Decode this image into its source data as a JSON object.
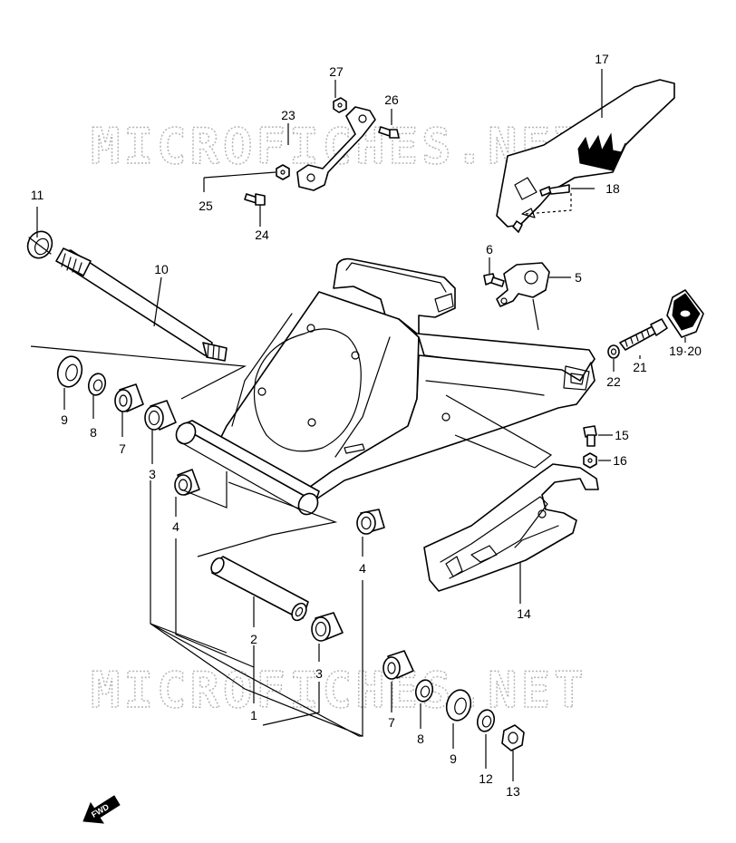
{
  "watermark": "MICROFICHES.NET",
  "fwd_label": "FWD",
  "callouts": {
    "c1": "1",
    "c2": "2",
    "c3a": "3",
    "c3b": "3",
    "c4a": "4",
    "c4b": "4",
    "c5": "5",
    "c6": "6",
    "c7a": "7",
    "c7b": "7",
    "c8a": "8",
    "c8b": "8",
    "c9a": "9",
    "c9b": "9",
    "c10": "10",
    "c11": "11",
    "c12": "12",
    "c13": "13",
    "c14": "14",
    "c15": "15",
    "c16": "16",
    "c17": "17",
    "c18": "18",
    "c1920": "19·20",
    "c21": "21",
    "c22": "22",
    "c23": "23",
    "c24": "24",
    "c25": "25",
    "c26": "26",
    "c27": "27"
  }
}
